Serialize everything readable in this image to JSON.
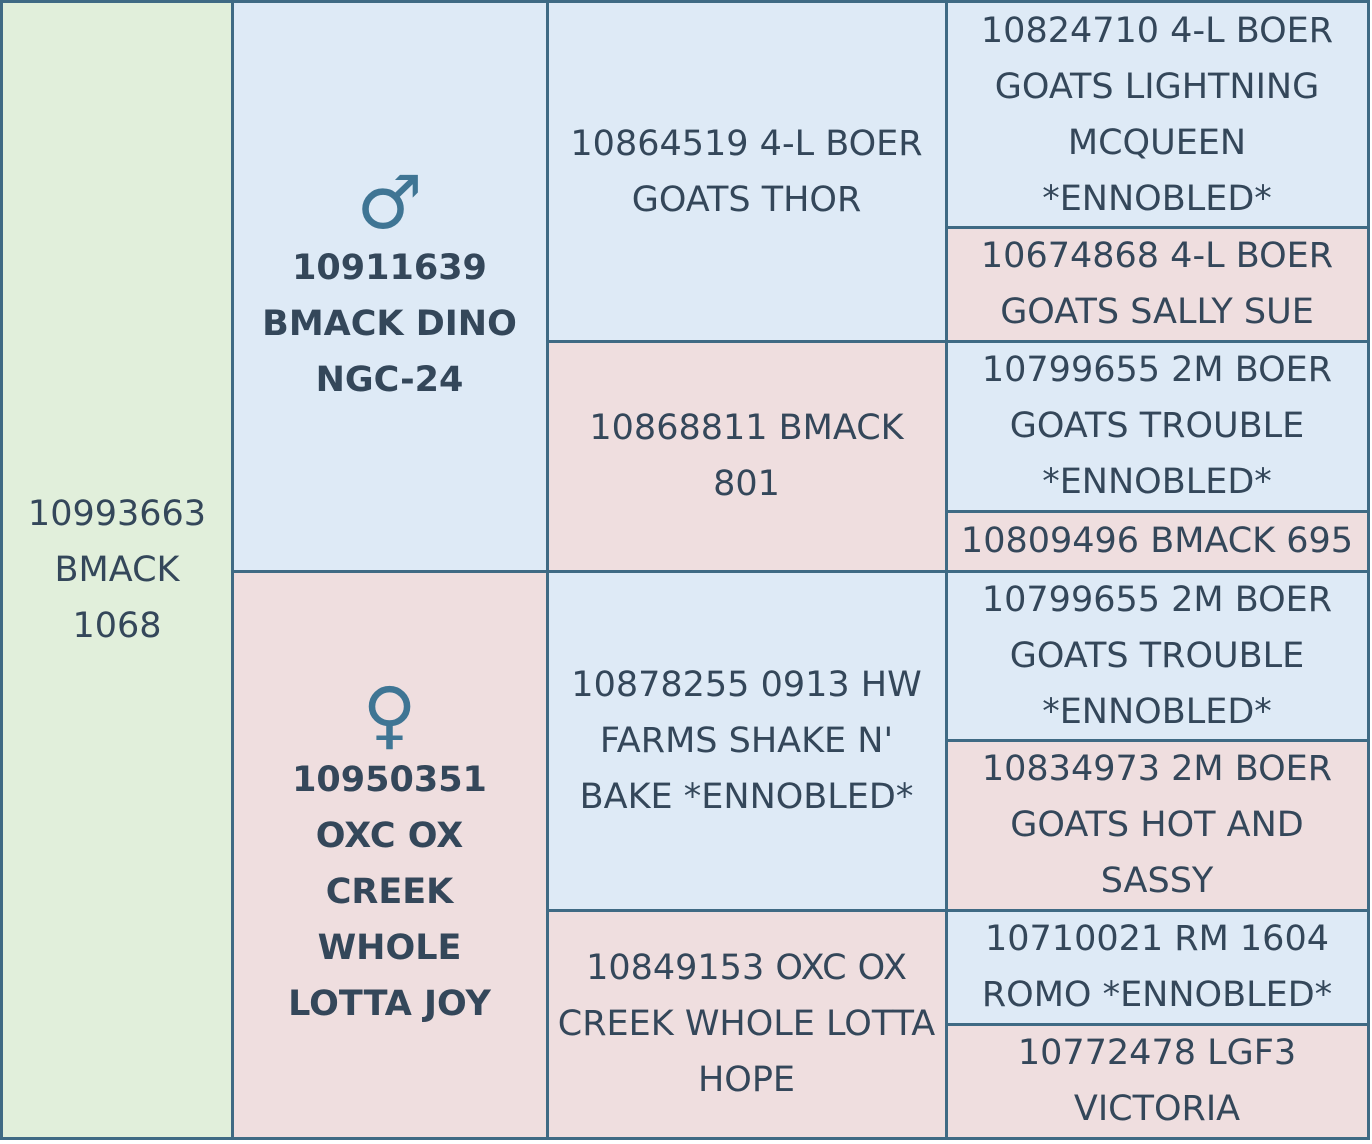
{
  "subject": {
    "name": "10993663 BMACK 1068"
  },
  "sire": {
    "symbol": "♂",
    "symbol_icon": "male-symbol-icon",
    "name": "10911639 BMACK DINO NGC-24"
  },
  "dam": {
    "symbol": "♀",
    "symbol_icon": "female-symbol-icon",
    "name": "10950351 OXC OX CREEK WHOLE LOTTA JOY"
  },
  "grandparents": {
    "sire_sire": "10864519 4-L BOER GOATS THOR",
    "sire_dam": "10868811 BMACK 801",
    "dam_sire": "10878255 0913 HW FARMS SHAKE N' BAKE *ENNOBLED*",
    "dam_dam": "10849153 OXC OX CREEK WHOLE LOTTA HOPE"
  },
  "great_grandparents": {
    "ss_sire": "10824710 4-L BOER GOATS LIGHTNING MCQUEEN *ENNOBLED*",
    "ss_dam": "10674868 4-L BOER GOATS SALLY SUE",
    "sd_sire": "10799655 2M BOER GOATS TROUBLE *ENNOBLED*",
    "sd_dam": "10809496 BMACK 695",
    "ds_sire": "10799655 2M BOER GOATS TROUBLE *ENNOBLED*",
    "ds_dam": "10834973 2M BOER GOATS HOT AND SASSY",
    "dd_sire": "10710021 RM 1604 ROMO *ENNOBLED*",
    "dd_dam": "10772478 LGF3 VICTORIA"
  },
  "colors": {
    "male": "#deeaf6",
    "female": "#efdedf",
    "subject": "#e1efdb",
    "border": "#3f6a84",
    "symbol": "#3f7594"
  }
}
